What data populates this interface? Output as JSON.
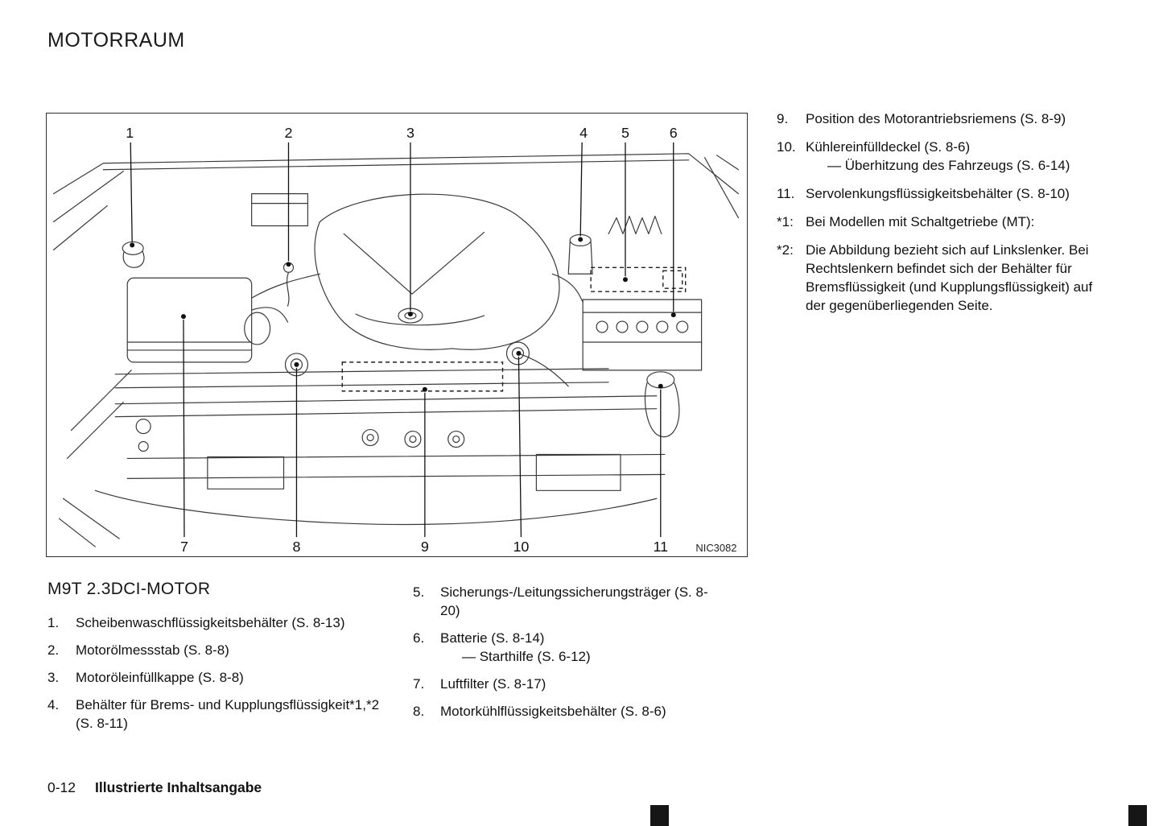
{
  "title": "MOTORRAUM",
  "figure": {
    "code": "NIC3082",
    "callouts": [
      {
        "label": "1"
      },
      {
        "label": "2"
      },
      {
        "label": "3"
      },
      {
        "label": "4"
      },
      {
        "label": "5"
      },
      {
        "label": "6"
      },
      {
        "label": "7"
      },
      {
        "label": "8"
      },
      {
        "label": "9"
      },
      {
        "label": "10"
      },
      {
        "label": "11"
      }
    ]
  },
  "right_column": {
    "items": [
      {
        "num": "9.",
        "text": "Position des Motorantriebsriemens (S. 8-9)",
        "sub": ""
      },
      {
        "num": "10.",
        "text": "Kühlereinfülldeckel (S. 8-6)",
        "sub": "—  Überhitzung des Fahrzeugs (S. 6-14)"
      },
      {
        "num": "11.",
        "text": "Servolenkungsflüssigkeitsbehälter (S. 8-10)",
        "sub": ""
      },
      {
        "num": "*1:",
        "text": "Bei Modellen mit Schaltgetriebe (MT):",
        "sub": ""
      },
      {
        "num": "*2:",
        "text": "Die Abbildung bezieht sich auf Linkslenker. Bei Rechtslenkern befindet sich der Behälter für Bremsflüssigkeit (und Kupplungsflüssigkeit) auf der gegenüberliegenden Seite.",
        "sub": ""
      }
    ]
  },
  "engine_section": {
    "heading": "M9T 2.3DCI-MOTOR",
    "left_items": [
      {
        "num": "1.",
        "text": "Scheibenwaschflüssigkeitsbehälter (S. 8-13)",
        "sub": ""
      },
      {
        "num": "2.",
        "text": "Motorölmessstab (S. 8-8)",
        "sub": ""
      },
      {
        "num": "3.",
        "text": "Motoröleinfüllkappe (S. 8-8)",
        "sub": ""
      },
      {
        "num": "4.",
        "text": "Behälter für Brems- und Kupplungsflüssigkeit*1,*2 (S. 8-11)",
        "sub": ""
      }
    ],
    "right_items": [
      {
        "num": "5.",
        "text": "Sicherungs-/Leitungssicherungsträger (S. 8-20)",
        "sub": ""
      },
      {
        "num": "6.",
        "text": "Batterie (S. 8-14)",
        "sub": "—  Starthilfe (S. 6-12)"
      },
      {
        "num": "7.",
        "text": "Luftfilter (S. 8-17)",
        "sub": ""
      },
      {
        "num": "8.",
        "text": "Motorkühlflüssigkeitsbehälter (S. 8-6)",
        "sub": ""
      }
    ]
  },
  "footer": {
    "page_number": "0-12",
    "section_title": "Illustrierte Inhaltsangabe"
  }
}
